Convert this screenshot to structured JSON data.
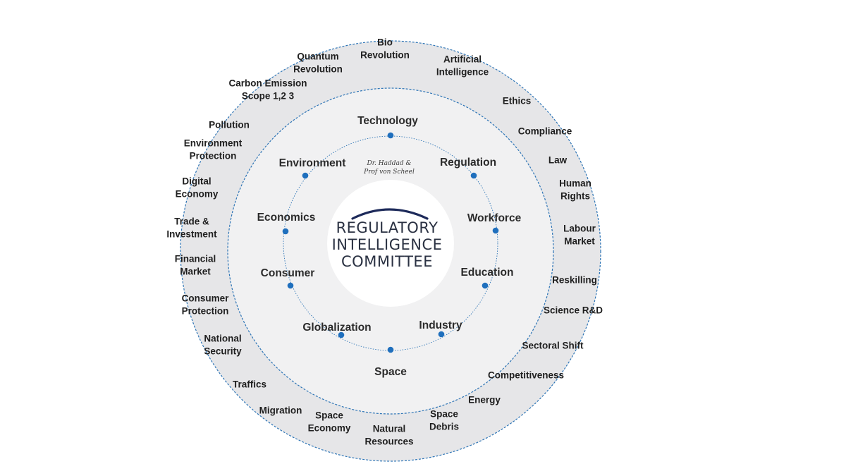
{
  "colors": {
    "ring_fill": "#e6e6e8",
    "inner_fill": "#f1f1f2",
    "dashed_stroke": "#2e75b6",
    "node_fill": "#1f6fbd",
    "logo_arc": "#1d2a5a",
    "logo_text": "#2a3142"
  },
  "center": {
    "lines": [
      "REGULATORY",
      "INTELLIGENCE",
      "COMMITTEE"
    ],
    "signature": [
      "Dr. Haddad &",
      "Prof von Scheel"
    ]
  },
  "inner_ring": [
    {
      "label": "Technology"
    },
    {
      "label": "Regulation"
    },
    {
      "label": "Workforce"
    },
    {
      "label": "Education"
    },
    {
      "label": "Industry"
    },
    {
      "label": "Space"
    },
    {
      "label": "Globalization"
    },
    {
      "label": "Consumer"
    },
    {
      "label": "Economics"
    },
    {
      "label": "Environment"
    }
  ],
  "outer_ring": [
    {
      "lines": [
        "Bio",
        "Revolution"
      ]
    },
    {
      "lines": [
        "Artificial",
        "Intelligence"
      ]
    },
    {
      "lines": [
        "Ethics"
      ]
    },
    {
      "lines": [
        "Compliance"
      ]
    },
    {
      "lines": [
        "Law"
      ]
    },
    {
      "lines": [
        "Human",
        "Rights"
      ]
    },
    {
      "lines": [
        "Labour",
        "Market"
      ]
    },
    {
      "lines": [
        "Reskilling"
      ]
    },
    {
      "lines": [
        "Science R&D"
      ]
    },
    {
      "lines": [
        "Sectoral Shift"
      ]
    },
    {
      "lines": [
        "Competitiveness"
      ]
    },
    {
      "lines": [
        "Energy"
      ]
    },
    {
      "lines": [
        "Space",
        "Debris"
      ]
    },
    {
      "lines": [
        "Natural",
        "Resources"
      ]
    },
    {
      "lines": [
        "Space",
        "Economy"
      ]
    },
    {
      "lines": [
        "Migration"
      ]
    },
    {
      "lines": [
        "Traffics"
      ]
    },
    {
      "lines": [
        "National",
        "Security"
      ]
    },
    {
      "lines": [
        "Consumer",
        "Protection"
      ]
    },
    {
      "lines": [
        "Financial",
        "Market"
      ]
    },
    {
      "lines": [
        "Trade &",
        "Investment"
      ]
    },
    {
      "lines": [
        "Digital",
        "Economy"
      ]
    },
    {
      "lines": [
        "Environment",
        "Protection"
      ]
    },
    {
      "lines": [
        "Pollution"
      ]
    },
    {
      "lines": [
        "Carbon Emission",
        "Scope 1,2 3"
      ]
    },
    {
      "lines": [
        "Quantum",
        "Revolution"
      ]
    }
  ]
}
